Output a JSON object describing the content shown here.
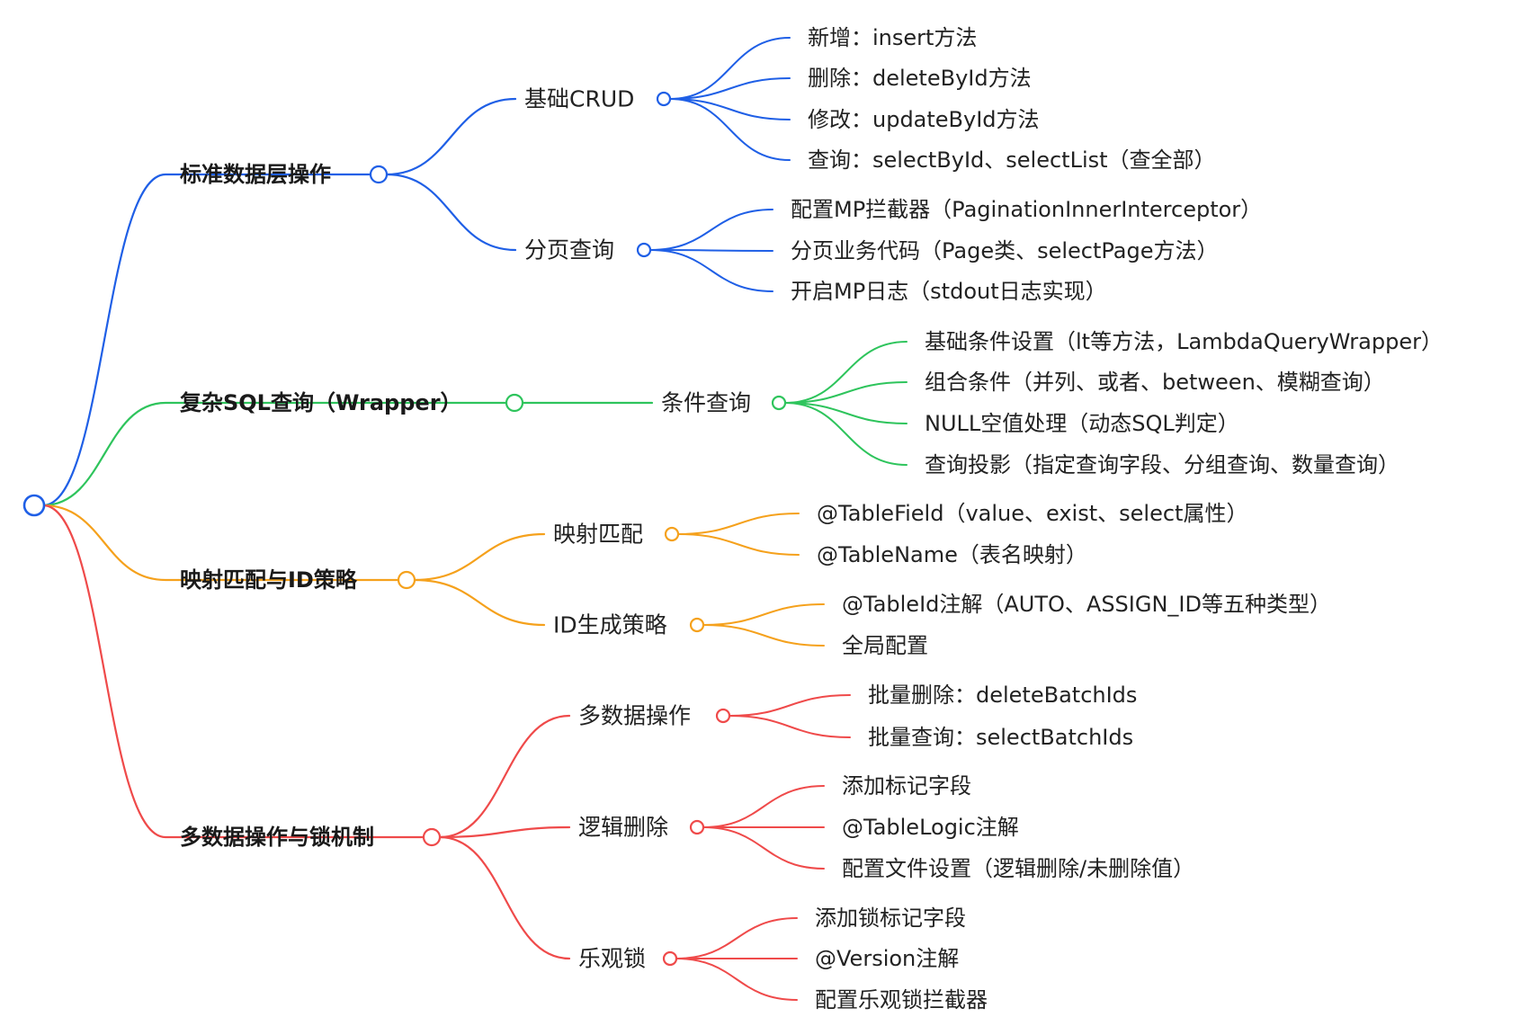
{
  "colors": {
    "blue": "#1f5fe6",
    "green": "#2ec45c",
    "orange": "#f5a11c",
    "red": "#ef4a4a"
  },
  "branches": [
    {
      "label": "标准数据层操作",
      "color": "blue",
      "children": [
        {
          "label": "基础CRUD",
          "children": [
            "新增：insert方法",
            "删除：deleteById方法",
            "修改：updateById方法",
            "查询：selectById、selectList（查全部）"
          ]
        },
        {
          "label": "分页查询",
          "children": [
            "配置MP拦截器（PaginationInnerInterceptor）",
            "分页业务代码（Page类、selectPage方法）",
            "开启MP日志（stdout日志实现）"
          ]
        }
      ]
    },
    {
      "label": "复杂SQL查询（Wrapper）",
      "color": "green",
      "children": [
        {
          "label": "条件查询",
          "children": [
            "基础条件设置（lt等方法，LambdaQueryWrapper）",
            "组合条件（并列、或者、between、模糊查询）",
            "NULL空值处理（动态SQL判定）",
            "查询投影（指定查询字段、分组查询、数量查询）"
          ]
        }
      ]
    },
    {
      "label": "映射匹配与ID策略",
      "color": "orange",
      "children": [
        {
          "label": "映射匹配",
          "children": [
            "@TableField（value、exist、select属性）",
            "@TableName（表名映射）"
          ]
        },
        {
          "label": "ID生成策略",
          "children": [
            "@TableId注解（AUTO、ASSIGN_ID等五种类型）",
            "全局配置"
          ]
        }
      ]
    },
    {
      "label": "多数据操作与锁机制",
      "color": "red",
      "children": [
        {
          "label": "多数据操作",
          "children": [
            "批量删除：deleteBatchIds",
            "批量查询：selectBatchIds"
          ]
        },
        {
          "label": "逻辑删除",
          "children": [
            "添加标记字段",
            "@TableLogic注解",
            "配置文件设置（逻辑删除/未删除值）"
          ]
        },
        {
          "label": "乐观锁",
          "children": [
            "添加锁标记字段",
            "@Version注解",
            "配置乐观锁拦截器"
          ]
        }
      ]
    }
  ]
}
